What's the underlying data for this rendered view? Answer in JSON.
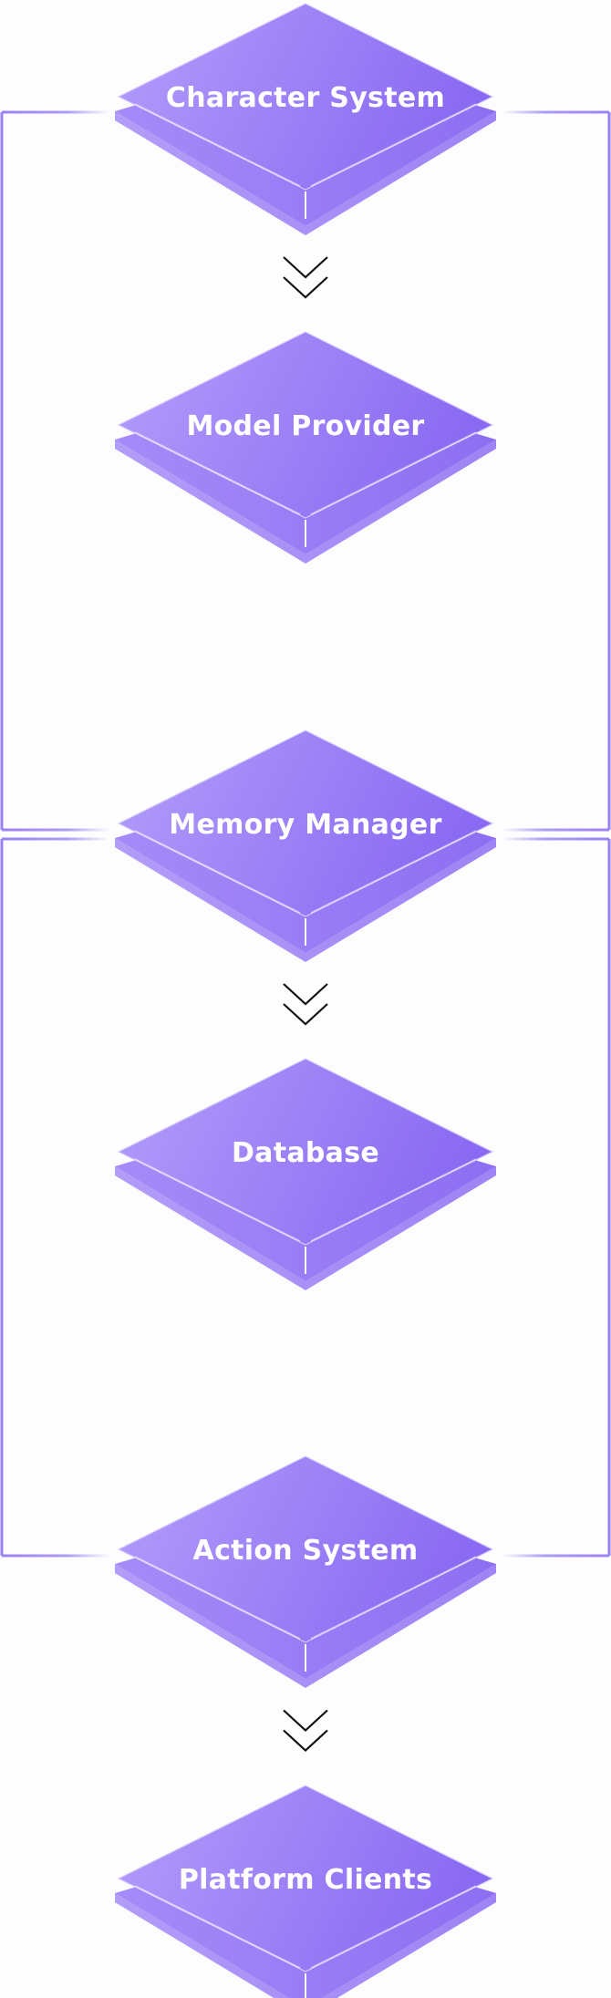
{
  "diagram": {
    "nodes": [
      {
        "id": "character-system",
        "label": "Character System"
      },
      {
        "id": "model-provider",
        "label": "Model Provider"
      },
      {
        "id": "memory-manager",
        "label": "Memory Manager"
      },
      {
        "id": "database",
        "label": "Database"
      },
      {
        "id": "action-system",
        "label": "Action System"
      },
      {
        "id": "platform-clients",
        "label": "Platform Clients"
      }
    ],
    "arrows": [
      {
        "from": "character-system",
        "to": "model-provider"
      },
      {
        "from": "memory-manager",
        "to": "database"
      },
      {
        "from": "action-system",
        "to": "platform-clients"
      }
    ],
    "brackets": [
      {
        "from": "character-system",
        "to": "memory-manager"
      },
      {
        "from": "memory-manager",
        "to": "action-system"
      }
    ],
    "colors": {
      "node_light": "#b39dfb",
      "node_dark": "#8c6cf3",
      "bracket": "#9b82f4",
      "arrow": "#111111",
      "label": "#ffffff"
    }
  }
}
